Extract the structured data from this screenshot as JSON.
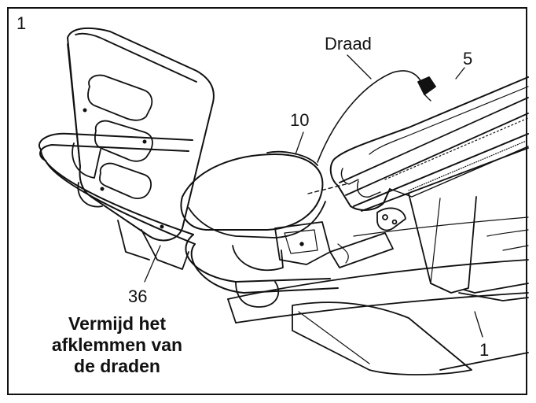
{
  "step_number": "1",
  "callouts": {
    "wire": "Draad",
    "part_5": "5",
    "part_10": "10",
    "part_36": "36",
    "part_1": "1"
  },
  "warning": {
    "line1": "Vermijd het",
    "line2": "afklemmen van",
    "line3": "de draden"
  },
  "colors": {
    "line": "#111111",
    "shade": "#9a9a9a",
    "background": "#ffffff"
  }
}
